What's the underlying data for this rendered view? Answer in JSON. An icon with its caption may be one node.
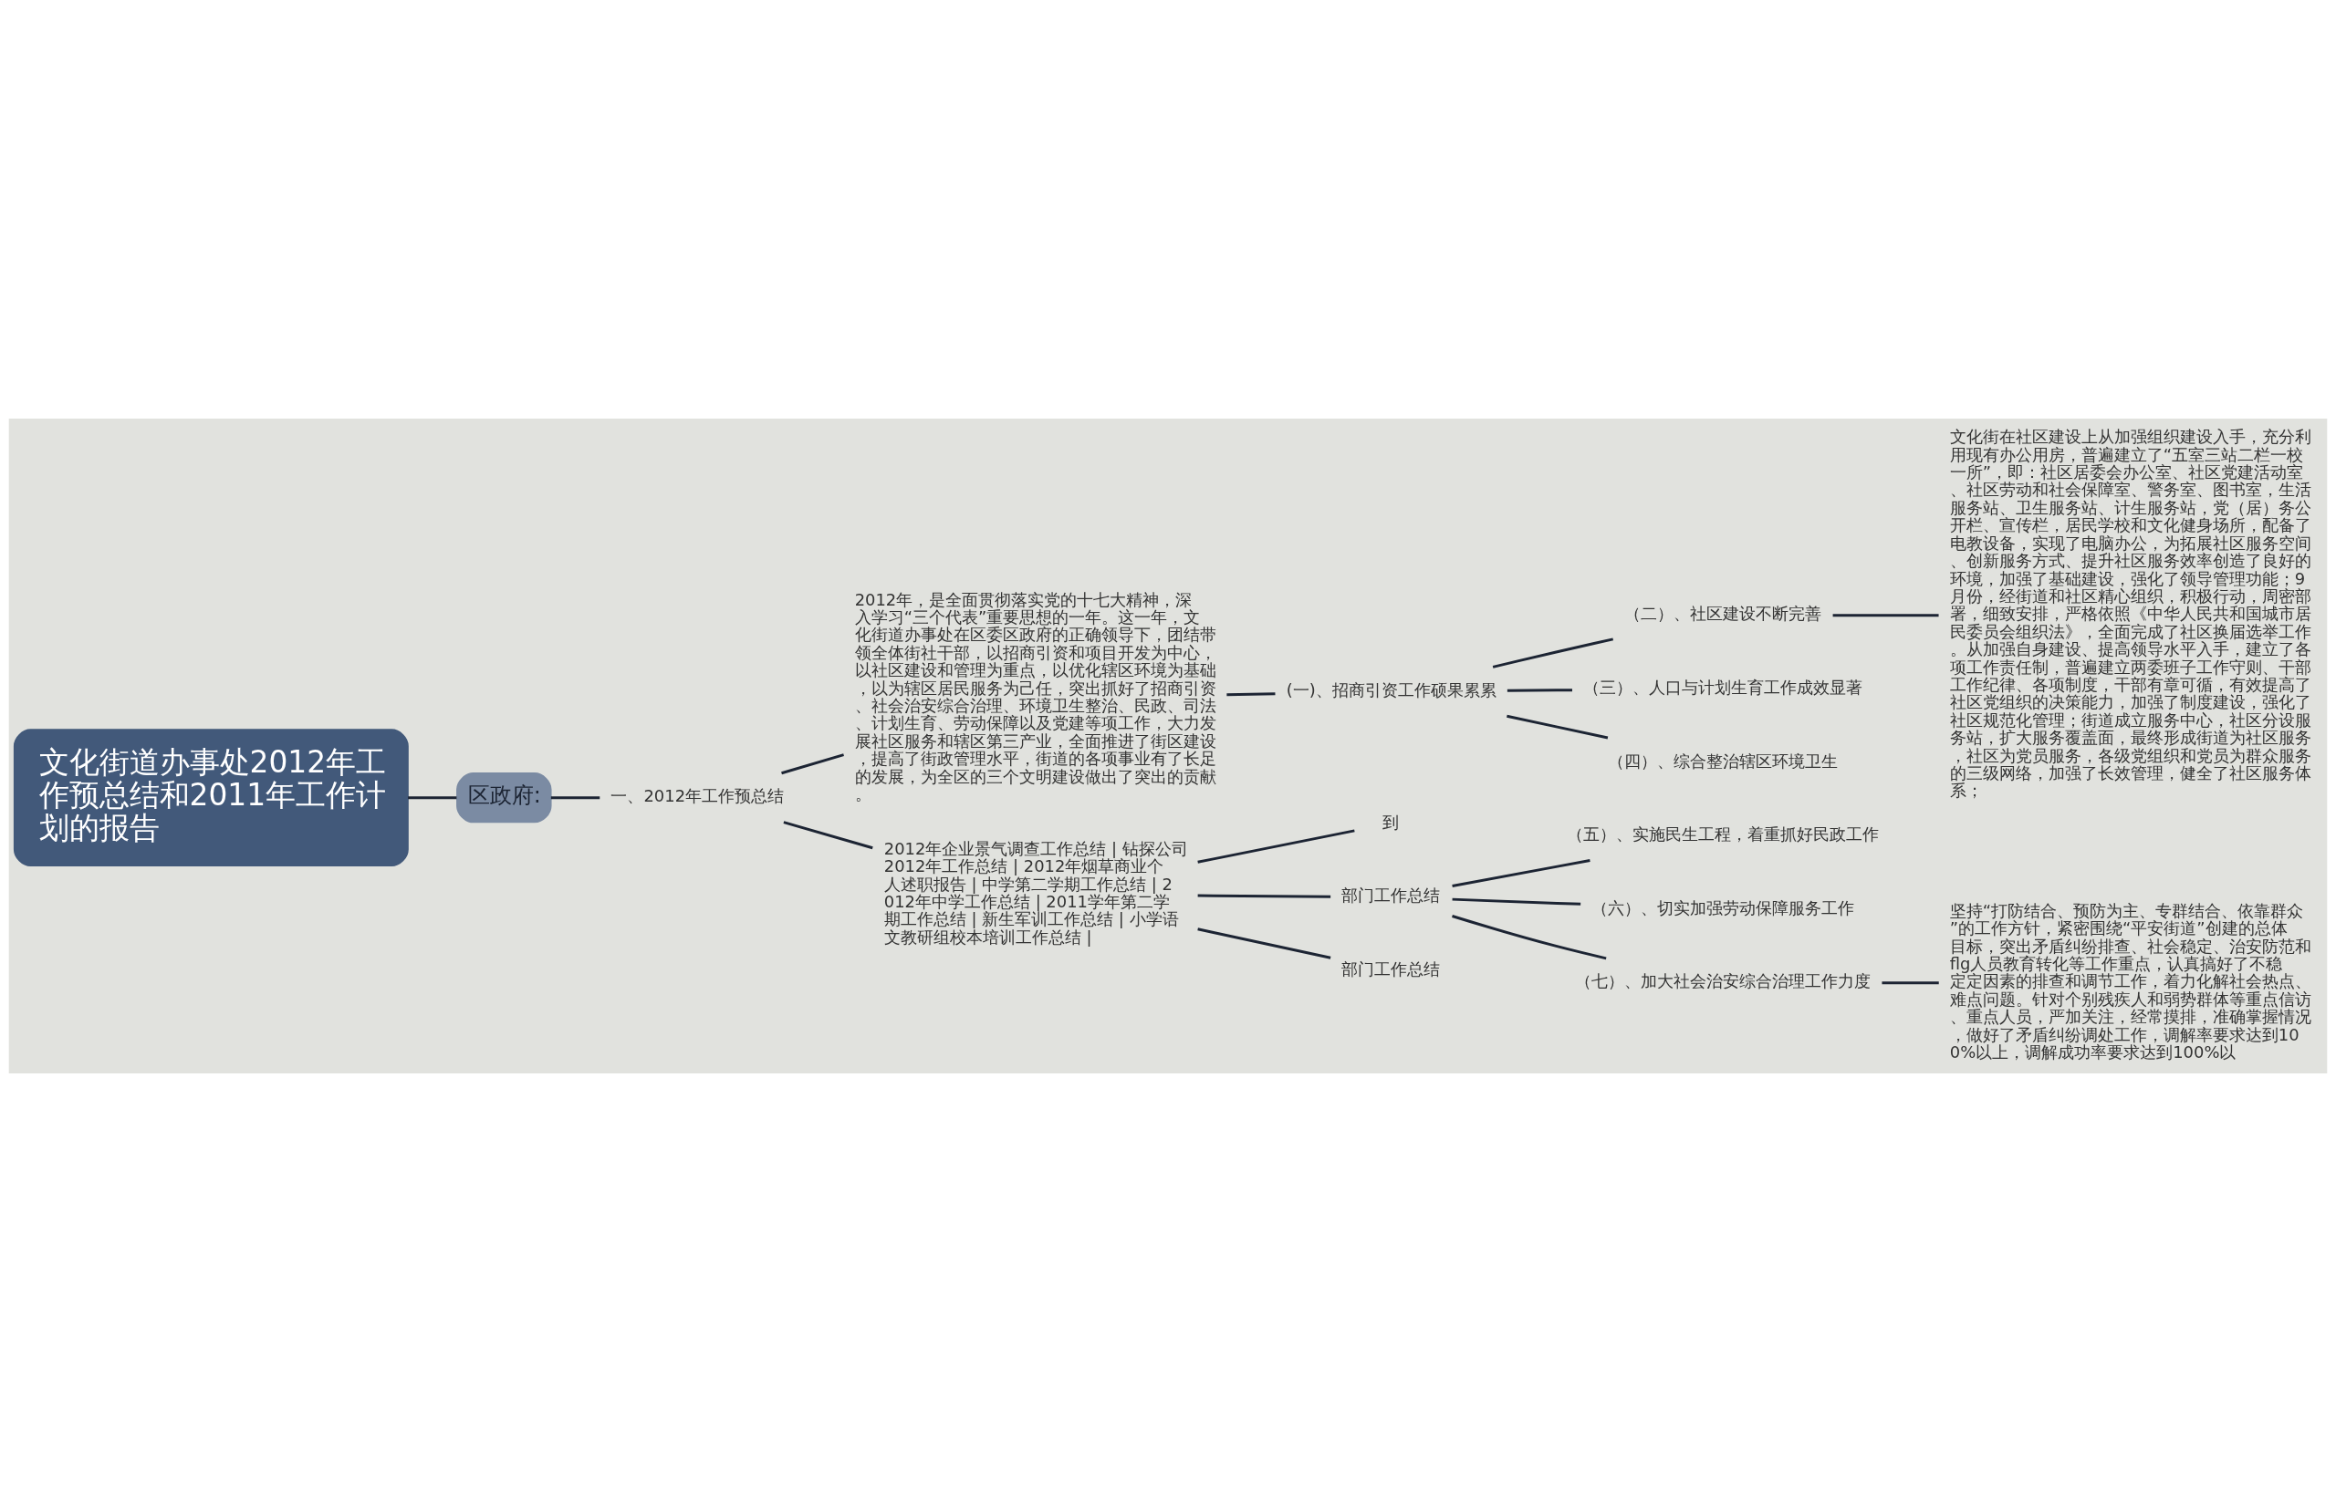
{
  "diagram": {
    "nodes": [
      {
        "text": [
          "文化街道办事处2012年工作预总结和2011年工作计划的报告"
        ]
      },
      {
        "text": [
          "区政府:"
        ]
      },
      {
        "text": [
          "一、2012年工作预总结"
        ]
      },
      {
        "text": [
          "2012年，是全面贯彻落实党的十七大精神，深入学习“三个代表”重要思想的一年。这一年，文化街道办事处在区委区政府的正确领导下，团结带领全体街社干部，以招商引资和项目开发为中心，以社区建设和管理为重点，以优化辖区环境为基础，以为辖区居民服务为己任，突出抓好了招商引资、社会治安综合治理、环境卫生整治、民政、司法、计划生育、劳动保障以及党建等项工作，大力发展社区服务和辖区第三产业，全面推进了街区建设，提高了街政管理水平，街道的各项事业有了长足的发展，为全区的三个文明建设做出了突出的贡献。"
        ]
      },
      {
        "text": [
          "(一)、招商引资工作硕果累累"
        ]
      },
      {
        "text": [
          "（二）、社区建设不断完善"
        ]
      },
      {
        "text": [
          "文化街在社区建设上从加强组织建设入手，充分利用现有办公用房，普遍建立了“五室三站二栏一校一所”，即：社区居委会办公室、社区党建活动室、社区劳动和社会保障室、警务室、图书室，生活服务站、卫生服务站、计生服务站，党（居）务公开栏、宣传栏，居民学校和文化健身场所，配备了电教设备，实现了电脑办公，为拓展社区服务空间、创新服务方式、提升社区服务效率创造了良好的环境，加强了基础建设，强化了领导管理功能；9月份，经街道和社区精心组织，积极行动，周密部署，细致安排，严格依照《中华人民共和国城市居民委员会组织法》，全面完成了社区换届选举工作。从加强自身建设、提高领导水平入手，建立了各项工作责任制，普遍建立两委班子工作守则、干部工作纪律、各项制度，干部有章可循，有效提高了社区党组织的决策能力，加强了制度建设，强化了社区规范化管理；街道成立服务中心，社区分设服务站，扩大服务覆盖面，最终形成街道为社区服务，社区为党员服务，各级党组织和党员为群众服务的三级网络，加强了长效管理，健全了社区服务体系；"
        ]
      },
      {
        "text": [
          "（三）、人口与计划生育工作成效显著"
        ]
      },
      {
        "text": [
          "（四）、综合整治辖区环境卫生"
        ]
      },
      {
        "text": [
          "2012年企业景气调查工作总结 | 钻探公司2012年工作总结 | 2012年烟草商业个人述职报告 | 中学第二学期工作总结 | 2012年中学工作总结 | 2011学年第二学期工作总结 | 新生军训工作总结 | 小学语文教研组校本培训工作总结 |"
        ]
      },
      {
        "text": [
          "到"
        ]
      },
      {
        "text": [
          "部门工作总结"
        ]
      },
      {
        "text": [
          "（五）、实施民生工程，着重抓好民政工作"
        ]
      },
      {
        "text": [
          "（六）、切实加强劳动保障服务工作"
        ]
      },
      {
        "text": [
          "（七）、加大社会治安综合治理工作力度"
        ]
      },
      {
        "text": [
          "坚持“打防结合、预防为主、专群结合、依靠群众”的工作方针，紧密围绕“平安街道”创建的总体目标，突出矛盾纠纷排查、社会稳定、治安防范和flg人员教育转化等工作重点，认真搞好了不稳定定因素的排查和调节工作，着力化解社会热点、难点问题。针对个别残疾人和弱势群体等重点信访、重点人员，严加关注，经常摸排，准确掌握情况，做好了矛盾纠纷调处工作，调解率要求达到100%以上，调解成功率要求达到100%以"
        ]
      },
      {
        "text": [
          "部门工作总结"
        ]
      }
    ],
    "edges": [
      {
        "from": 0,
        "to": 1,
        "arrow": "none"
      },
      {
        "from": 1,
        "to": 2,
        "arrow": "none"
      },
      {
        "from": 2,
        "to": 3,
        "arrow": "none"
      },
      {
        "from": 2,
        "to": 9,
        "arrow": "none"
      },
      {
        "from": 3,
        "to": 4,
        "arrow": "none"
      },
      {
        "from": 4,
        "to": 5,
        "arrow": "none"
      },
      {
        "from": 5,
        "to": 6,
        "arrow": "none"
      },
      {
        "from": 4,
        "to": 7,
        "arrow": "none"
      },
      {
        "from": 4,
        "to": 8,
        "arrow": "none"
      },
      {
        "from": 9,
        "to": 10,
        "arrow": "none"
      },
      {
        "from": 9,
        "to": 11,
        "arrow": "none"
      },
      {
        "from": 9,
        "to": 16,
        "arrow": "none"
      },
      {
        "from": 11,
        "to": 12,
        "arrow": "none"
      },
      {
        "from": 11,
        "to": 13,
        "arrow": "none"
      },
      {
        "from": 11,
        "to": 14,
        "arrow": "none"
      },
      {
        "from": 14,
        "to": 15,
        "arrow": "none"
      }
    ]
  }
}
